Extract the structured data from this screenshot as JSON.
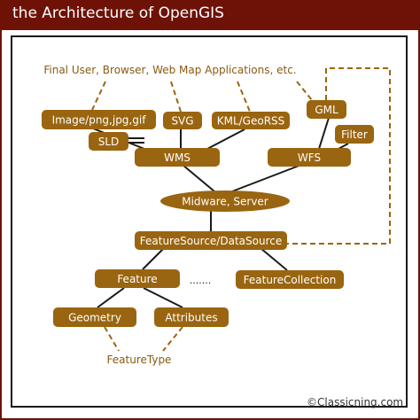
{
  "title": "the Architecture  of OpenGIS",
  "copyright": "©Classicning.com",
  "colors": {
    "header": "#6e1208",
    "node_fill": "#9a6510",
    "node_text": "#ffffff",
    "label_text": "#8a5a10",
    "line": "#1a1a1a",
    "dashed": "#9a6510"
  },
  "labels": {
    "clients": "Final User, Browser, Web Map Applications, etc.",
    "dots": ".......",
    "feature_type": "FeatureType"
  },
  "nodes": {
    "image": "Image/png,jpg,gif",
    "svg": "SVG",
    "kml": "KML/GeoRSS",
    "gml": "GML",
    "filter": "Filter",
    "sld": "SLD",
    "wms": "WMS",
    "wfs": "WFS",
    "midware": "Midware, Server",
    "featuresource": "FeatureSource/DataSource",
    "feature": "Feature",
    "featurecollection": "FeatureCollection",
    "geometry": "Geometry",
    "attributes": "Attributes"
  }
}
